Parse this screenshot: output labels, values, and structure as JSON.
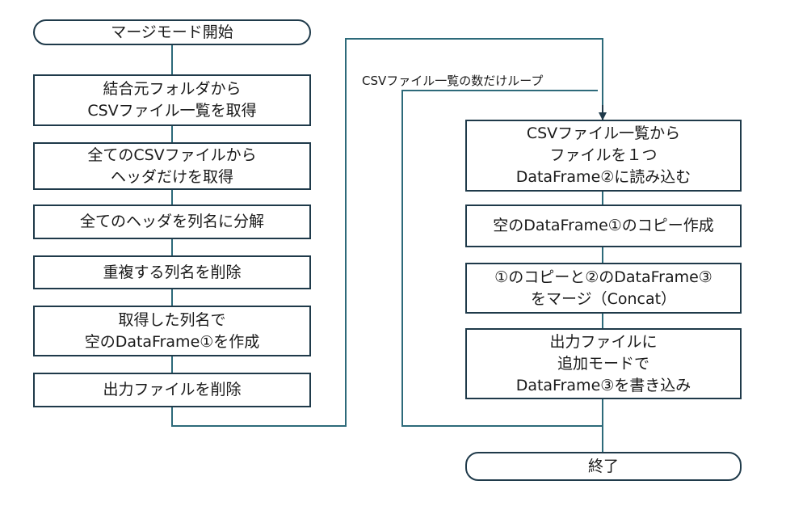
{
  "colors": {
    "border": "#1f3a4a",
    "connector": "#2d6a7a"
  },
  "left_column": {
    "start": "マージモード開始",
    "steps": [
      [
        "結合元フォルダから",
        "CSVファイル一覧を取得"
      ],
      [
        "全てのCSVファイルから",
        "ヘッダだけを取得"
      ],
      [
        "全てのヘッダを列名に分解"
      ],
      [
        "重複する列名を削除"
      ],
      [
        "取得した列名で",
        "空のDataFrame①を作成"
      ],
      [
        "出力ファイルを削除"
      ]
    ]
  },
  "loop": {
    "label": "CSVファイル一覧の数だけループ"
  },
  "right_column": {
    "steps": [
      [
        "CSVファイル一覧から",
        "ファイルを１つ",
        "DataFrame②に読み込む"
      ],
      [
        "空のDataFrame①のコピー作成"
      ],
      [
        "①のコピーと②のDataFrame③",
        "をマージ（Concat）"
      ],
      [
        "出力ファイルに",
        "追加モードで",
        "DataFrame③を書き込み"
      ]
    ],
    "end": "終了"
  }
}
